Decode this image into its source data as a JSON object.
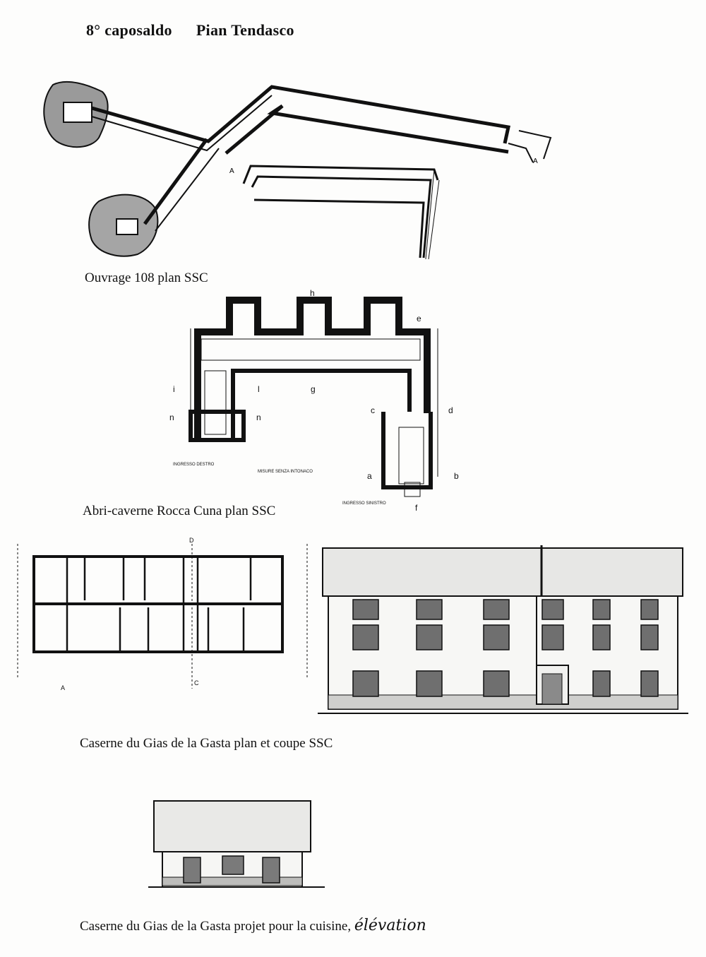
{
  "title": {
    "number": "8° caposaldo",
    "name": "Pian Tendasco"
  },
  "figures": [
    {
      "caption": "Ouvrage 108  plan SSC",
      "labels": [
        "A",
        "A"
      ]
    },
    {
      "caption": "Abri-caverne Rocca Cuna   plan SSC",
      "labels": [
        "h",
        "e",
        "i",
        "l",
        "g",
        "n",
        "n",
        "c",
        "d",
        "a",
        "b",
        "f"
      ],
      "notes": [
        "INGRESSO DESTRO",
        "MISURE SENZA INTONACO",
        "INGRESSO SINISTRO"
      ]
    },
    {
      "caption": "Caserne du Gias de la Gasta  plan et coupe  SSC",
      "labels": [
        "D",
        "A",
        "C"
      ]
    },
    {
      "caption_printed": "Caserne du Gias de la Gasta  projet pour la cuisine,",
      "caption_handwritten": "élévation"
    }
  ]
}
